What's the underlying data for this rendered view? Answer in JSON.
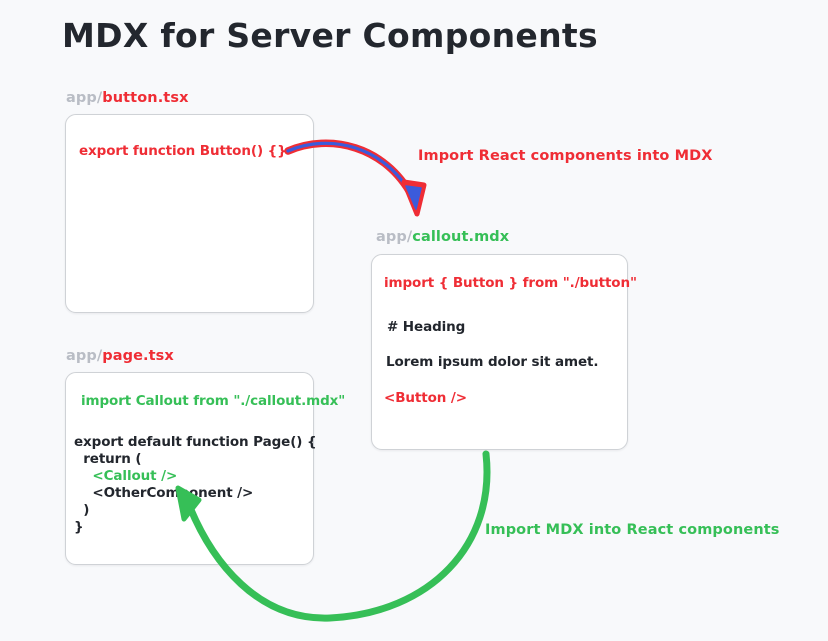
{
  "page": {
    "title": "MDX for Server Components",
    "background_color": "#f8f9fb"
  },
  "colors": {
    "red": "#ef2d35",
    "green": "#36bf57",
    "blue": "#3b5bdb",
    "dark": "#23272e",
    "dir_gray": "#b9bdc5",
    "box_border": "#cfd2d6",
    "box_fill": "#ffffff"
  },
  "boxes": [
    {
      "id": "button-tsx",
      "label": {
        "dir": "app/",
        "filename": "button.tsx",
        "filename_color": "red"
      },
      "lines": [
        {
          "text": "export function Button() {}",
          "color": "red"
        }
      ]
    },
    {
      "id": "callout-mdx",
      "label": {
        "dir": "app/",
        "filename": "callout.mdx",
        "filename_color": "green"
      },
      "lines": [
        {
          "text": "import { Button } from \"./button\"",
          "color": "red"
        },
        {
          "text": "# Heading",
          "color": "dark"
        },
        {
          "text": "Lorem ipsum dolor sit amet.",
          "color": "dark"
        },
        {
          "text": "<Button />",
          "color": "red"
        }
      ]
    },
    {
      "id": "page-tsx",
      "label": {
        "dir": "app/",
        "filename": "page.tsx",
        "filename_color": "red"
      },
      "lines": [
        {
          "text": "import Callout from \"./callout.mdx\"",
          "color": "green"
        },
        {
          "text": "export default function Page() {",
          "color": "dark"
        },
        {
          "text": "  return (",
          "color": "dark"
        },
        {
          "text": "    <Callout />",
          "color": "green"
        },
        {
          "text": "    <OtherComponent />",
          "color": "dark"
        },
        {
          "text": "  )",
          "color": "dark"
        },
        {
          "text": "}",
          "color": "dark"
        }
      ]
    }
  ],
  "arrows": [
    {
      "id": "react-into-mdx",
      "label": "Import React components into MDX",
      "label_color": "red",
      "from": "button-tsx",
      "to": "callout-mdx"
    },
    {
      "id": "mdx-into-react",
      "label": "Import MDX into React components",
      "label_color": "green",
      "from": "callout-mdx",
      "to": "page-tsx"
    }
  ]
}
